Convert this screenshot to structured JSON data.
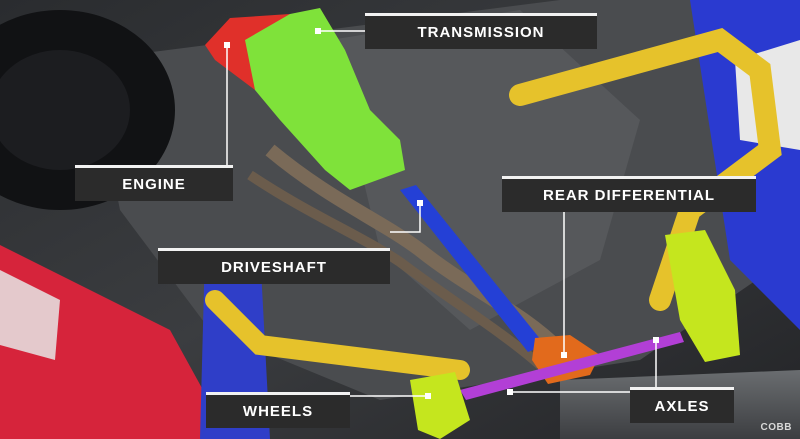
{
  "labels": {
    "transmission": "TRANSMISSION",
    "engine": "ENGINE",
    "driveshaft": "DRIVESHAFT",
    "rear_differential": "REAR DIFFERENTIAL",
    "wheels": "WHEELS",
    "axles": "AXLES"
  },
  "watermark": "COBB",
  "colors": {
    "engine": "#e0302a",
    "transmission": "#7fe23a",
    "driveshaft": "#2440d6",
    "rear_differential": "#e26a1c",
    "axles": "#b23fd6",
    "wheels": "#c5e61e",
    "lift_arm": "#e6c22b",
    "label_bg": "#2b2b2b",
    "label_text": "#ffffff"
  }
}
